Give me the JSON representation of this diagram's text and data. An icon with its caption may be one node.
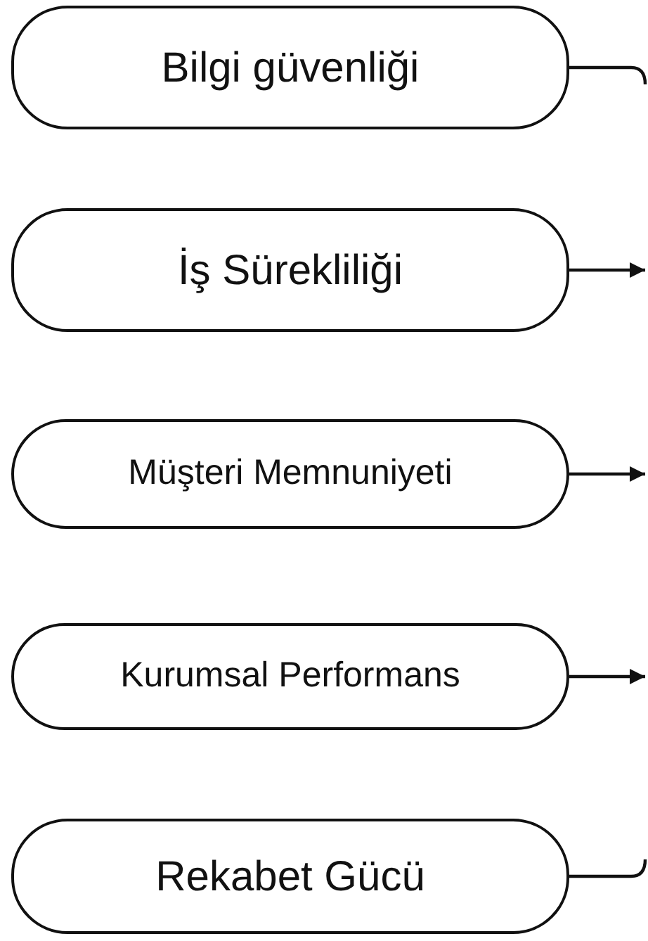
{
  "diagram": {
    "nodes": [
      {
        "text": [
          "Bilgi güvenliği"
        ]
      },
      {
        "text": [
          "İş Sürekliliği"
        ]
      },
      {
        "text": [
          "Müşteri Memnuniyeti"
        ]
      },
      {
        "text": [
          "Kurumsal Performans"
        ]
      },
      {
        "text": [
          "Rekabet Gücü"
        ]
      }
    ],
    "edges": [
      {
        "from": 0,
        "to": null,
        "arrow": "none"
      },
      {
        "from": 1,
        "to": null,
        "arrow": "to"
      },
      {
        "from": 2,
        "to": null,
        "arrow": "to"
      },
      {
        "from": 3,
        "to": null,
        "arrow": "to"
      },
      {
        "from": 4,
        "to": null,
        "arrow": "none"
      }
    ]
  }
}
